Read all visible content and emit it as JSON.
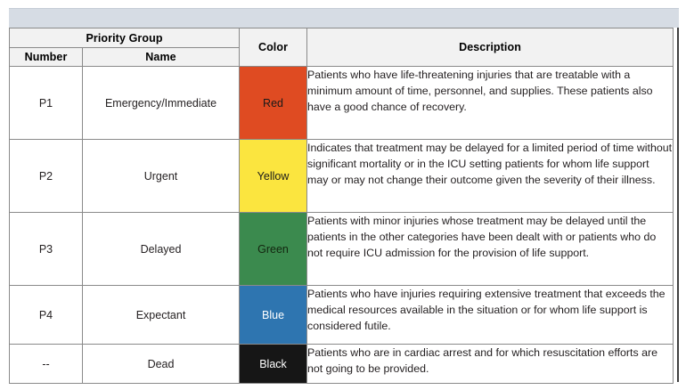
{
  "table": {
    "headers": {
      "priority_group": "Priority Group",
      "number": "Number",
      "name": "Name",
      "color": "Color",
      "description": "Description"
    },
    "rows": [
      {
        "number": "P1",
        "name": "Emergency/Immediate",
        "color_label": "Red",
        "color_hex": "#df4b22",
        "color_text_hex": "#1a1a1a",
        "description": "Patients who have life-threatening injuries that are treatable with a minimum amount of time, personnel, and supplies. These patients also have a good chance of recovery."
      },
      {
        "number": "P2",
        "name": "Urgent",
        "color_label": "Yellow",
        "color_hex": "#fbe53f",
        "color_text_hex": "#1a1a1a",
        "description": "Indicates that treatment may be delayed for a limited period of time without significant mortality or in the ICU setting patients for whom life support may or may not change their outcome given the severity of their illness."
      },
      {
        "number": "P3",
        "name": "Delayed",
        "color_label": "Green",
        "color_hex": "#3b8a4e",
        "color_text_hex": "#13250f",
        "description": "Patients with minor injuries whose treatment may be delayed until the patients in the other categories have been dealt with or patients who do not require ICU admission for the provision of life support."
      },
      {
        "number": "P4",
        "name": "Expectant",
        "color_label": "Blue",
        "color_hex": "#2e75b0",
        "color_text_hex": "#ffffff",
        "description": "Patients who have injuries requiring extensive treatment that exceeds the medical resources available in the situation or for whom life support is considered futile."
      },
      {
        "number": "--",
        "name": "Dead",
        "color_label": "Black",
        "color_hex": "#161616",
        "color_text_hex": "#ffffff",
        "description": "Patients who are in cardiac arrest and for which resuscitation efforts are not going to be provided."
      }
    ]
  },
  "chrome": {
    "band_color": "#d6dce4"
  }
}
